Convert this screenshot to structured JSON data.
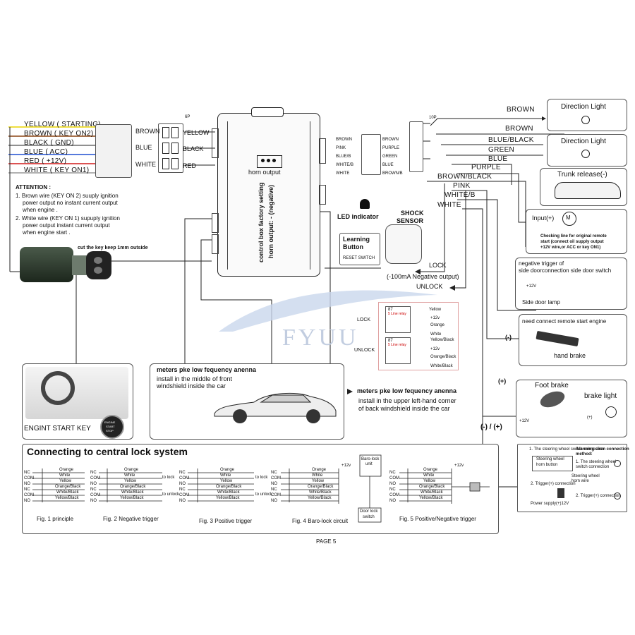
{
  "harness_left": {
    "wires": [
      "YELLOW ( STARTING)",
      "BROWN ( KEY ON2)",
      "BLACK ( GND)",
      "BLUE ( ACC)",
      "RED ( +12V)",
      "WHITE ( KEY ON1)"
    ],
    "wire_colors": [
      "#e8d400",
      "#8b4513",
      "#000000",
      "#1e4fd1",
      "#d11a1a",
      "#bbbbbb"
    ]
  },
  "attention": {
    "title": "ATTENTION :",
    "lines": [
      "1. Brown wire (KEY ON 2) suuply ignition",
      "power output no instant current output",
      "when engine .",
      "2. White wire (KEY ON 1) supuply ignition",
      "power output instant current output",
      "when engine start ."
    ]
  },
  "key_note": "cut the key keep 1mm outside",
  "connector_6p": {
    "tag": "6P",
    "left": [
      "BROWN",
      "BLUE",
      "WHITE"
    ],
    "right": [
      "YELLOW",
      "BLACK",
      "RED"
    ]
  },
  "control_box": {
    "horn_output": "horn output",
    "vertical_1": "control box factory setting",
    "vertical_2": "horn output: - (negative)"
  },
  "connector_10p": {
    "tag": "10P",
    "left": [
      "BROWN",
      "PINK",
      "BLUE/B",
      "WHITE/B",
      "WHITE"
    ],
    "right": [
      "BROWN",
      "PURPLE",
      "GREEN",
      "BLUE",
      "BROWN/B"
    ]
  },
  "right_wires": [
    "BROWN",
    "BROWN",
    "BLUE/BLACK",
    "GREEN",
    "BLUE",
    "PURPLE",
    "BROWN/BLACK",
    "PINK",
    "WHITE/B",
    "WHITE"
  ],
  "led": "LED indicator",
  "learning": {
    "title_1": "Learning",
    "title_2": "Button",
    "sub": "RESET SWITCH"
  },
  "shock": {
    "title_1": "SHOCK",
    "title_2": "SENSOR"
  },
  "lock": {
    "lock": "LOCK",
    "neg": "(-100mA Negative output)",
    "unlock": "UNLOCK"
  },
  "right_panels": {
    "direction1": "Direction Light",
    "direction2": "Direction Light",
    "trunk": "Trunk release(-)",
    "input": "Input(+)",
    "motor": "M",
    "input_note": [
      "Checking line for original remote",
      "start (connect oil supply output",
      "+12V wire,or ACC or key ON1)"
    ],
    "door_title": [
      "negative trigger of",
      "side doorconnection  side door switch"
    ],
    "door_12v": "+12V",
    "door_lamp": "Side door lamp",
    "brake_title": "need connect remote start engine",
    "neg": "(-)",
    "hand_brake": "hand brake",
    "pos": "(+)",
    "foot_brake": "Foot brake",
    "brake_light": "brake light",
    "brake_12v": "+12V",
    "brake_pos": "(+)",
    "negpos": "(-) / (+)"
  },
  "siren": {
    "title": [
      "Alarming siren connection",
      "method:"
    ],
    "item1_title": "1. The steering wheel switch connection",
    "item1_box": [
      "Steering wheel",
      "horn button"
    ],
    "item1_opt": [
      "1. The steering wheel",
      "switch connection"
    ],
    "item1_opt2": [
      "Steering wheel",
      "horn wire"
    ],
    "item2_title": "2. Trigger(+) connection",
    "item2_opt": "2. Trigger(+) connection",
    "power": "Power supply(+)12V"
  },
  "relay_box": {
    "lock": "LOCK",
    "unlock": "UNLOCK",
    "pins": [
      "Yellow",
      "+12v",
      "Orange",
      "White"
    ],
    "pins2": [
      "Yellow/Black",
      "+12v",
      "Orange/Black",
      "White/Black"
    ],
    "coil": "87",
    "relay": "5 Line relay"
  },
  "watermark": "FYUU",
  "engine_key": "ENGINT START KEY",
  "engine_btn": [
    "ENGINE",
    "START",
    "STOP"
  ],
  "antenna": {
    "front_title": "meters pke low fequency anenna",
    "front_desc": [
      "install in  the middle of front",
      "windshield inside the car"
    ],
    "rear_title": "meters pke low fequency anenna",
    "rear_desc": [
      "install in the  upper left-hand corner",
      "of back windshield inside the car"
    ]
  },
  "central_lock": {
    "title": "Connecting to central lock system",
    "left_labels": [
      "NC",
      "COM",
      "NO",
      "NC",
      "COM",
      "NO"
    ],
    "wire_labels": [
      "Orange",
      "White",
      "Yellow",
      "Orange/Black",
      "White/Black",
      "Yellow/Black"
    ],
    "to_lock": "to lock",
    "to_unlock": "to unlock",
    "plus12": "+12v",
    "baro_unit": [
      "Baro-lock",
      "unit"
    ],
    "door_switch": [
      "Door lock",
      "switch"
    ],
    "captions": [
      "Fig. 1  principle",
      "Fig. 2  Negative trigger",
      "Fig. 3  Positive trigger",
      "Fig. 4  Baro-lock circuit",
      "Fig. 5  Positive/Negative trigger"
    ]
  },
  "page": "PAGE 5"
}
